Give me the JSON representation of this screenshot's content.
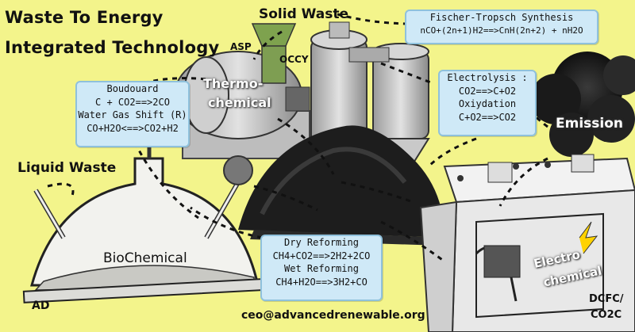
{
  "title": {
    "line1": "Waste To Energy",
    "line2": "Integrated Technology"
  },
  "labels": {
    "solid_waste": "Solid Waste",
    "asp": "ASP",
    "occy": "OCCY",
    "thermo_1": "Thermo-",
    "thermo_2": "chemical",
    "liquid_waste": "Liquid Waste",
    "biochemical": "BioChemical",
    "ad": "AD",
    "emission": "Emission",
    "electro_1": "Electro",
    "electro_2": "chemical",
    "dcfc_1": "DCFC/",
    "dcfc_2": "CO2C",
    "email": "ceo@advancedrenewable.org"
  },
  "boxes": {
    "fischer": [
      "Fischer-Tropsch Synthesis",
      "nCO+(2n+1)H2==>CnH(2n+2) + nH2O"
    ],
    "boudouard": [
      "Boudouard",
      "C + CO2==>2CO",
      "Water Gas Shift (R)",
      "CO+H2O<==>CO2+H2"
    ],
    "electrolysis": [
      "Electrolysis :",
      "CO2==>C+O2",
      "Oxiydation",
      "C+O2==>CO2"
    ],
    "reforming": [
      "Dry Reforming",
      "CH4+CO2==>2H2+2CO",
      "Wet Reforming",
      "CH4+H2O==>3H2+CO"
    ]
  }
}
